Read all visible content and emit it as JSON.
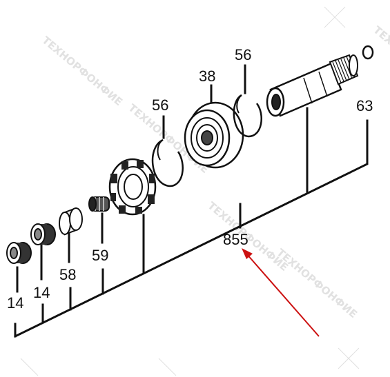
{
  "diagram": {
    "watermark_text": "ТЕХНОРФОНФИЕ",
    "part_numbers": {
      "roller_bearing_outer": "14",
      "roller_bearing_inner": "14",
      "sleeve": "58",
      "spring": "59",
      "assembly": "855",
      "ball_bearing": "38",
      "retaining_ring_lower": "56",
      "retaining_ring_upper": "56",
      "o_ring": "63"
    },
    "colors": {
      "line": "#111111",
      "arrow": "#cc1111",
      "watermark": "#c9c9c9"
    }
  }
}
